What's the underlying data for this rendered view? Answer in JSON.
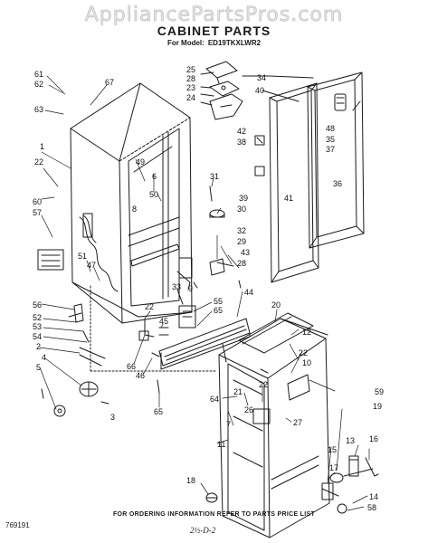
{
  "watermark": "AppliancePartsPros.com",
  "title": "CABINET PARTS",
  "model_prefix": "For Model:",
  "model": "ED19TKXLWR2",
  "footer_note": "FOR ORDERING INFORMATION REFER TO PARTS PRICE LIST",
  "doc_code": "769191",
  "handwritten_note": "2½-D-2",
  "callouts": {
    "n25": "25",
    "n28a": "28",
    "n23": "23",
    "n24": "24",
    "n34": "34",
    "n40": "40",
    "n48": "48",
    "n35": "35",
    "n37": "37",
    "n42": "42",
    "n38": "38",
    "n39": "39",
    "n41": "41",
    "n36": "36",
    "n61": "61",
    "n62": "62",
    "n63": "63",
    "n67": "67",
    "n1": "1",
    "n22a": "22",
    "n60": "60",
    "n57": "57",
    "n49": "49",
    "n6": "6",
    "n50": "50",
    "n8": "8",
    "n31": "31",
    "n30": "30",
    "n32": "32",
    "n29": "29",
    "n43": "43",
    "n28b": "28",
    "n51": "51",
    "n47": "47",
    "n33": "33",
    "n9": "9",
    "n56": "56",
    "n52": "52",
    "n53": "53",
    "n54": "54",
    "n55": "55",
    "n65a": "65",
    "n44": "44",
    "n22b": "22",
    "n45": "45",
    "n20": "20",
    "n12": "12",
    "n22c": "22",
    "n10": "10",
    "n2": "2",
    "n4": "4",
    "n5": "5",
    "n3": "3",
    "n66": "66",
    "n46": "46",
    "n65b": "65",
    "n64": "64",
    "n21": "21",
    "n22d": "22",
    "n26": "26",
    "n7": "7",
    "n27": "27",
    "n11": "11",
    "n59": "59",
    "n19": "19",
    "n13": "13",
    "n16": "16",
    "n15": "15",
    "n17": "17",
    "n14": "14",
    "n58": "58",
    "n18": "18"
  }
}
